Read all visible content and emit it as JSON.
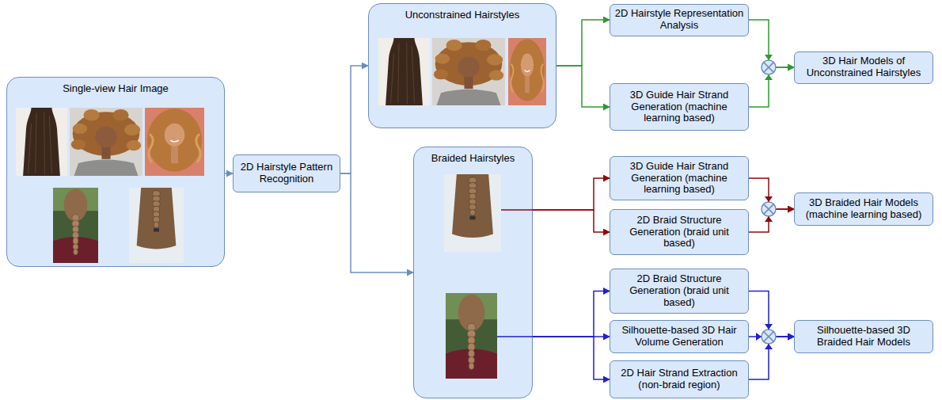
{
  "diagram": {
    "nodes": [
      {
        "text": [
          "Single-view Hair Image"
        ]
      },
      {
        "text": [
          "2D Hairstyle Pattern Recognition"
        ]
      },
      {
        "text": [
          "Unconstrained Hairstyles"
        ]
      },
      {
        "text": [
          "Braided Hairstyles"
        ]
      },
      {
        "text": [
          "2D Hairstyle Representation Analysis"
        ]
      },
      {
        "text": [
          "3D Guide Hair Strand Generation (machine learning based)"
        ]
      },
      {
        "text": [
          "3D Hair Models of Unconstrained Hairstyles"
        ]
      },
      {
        "text": [
          "3D Guide Hair Strand Generation (machine learning based)"
        ]
      },
      {
        "text": [
          "2D Braid Structure Generation (braid unit based)"
        ]
      },
      {
        "text": [
          "3D Braided Hair Models (machine learning based)"
        ]
      },
      {
        "text": [
          "2D Braid Structure Generation (braid unit based)"
        ]
      },
      {
        "text": [
          "Silhouette-based 3D Hair Volume Generation"
        ]
      },
      {
        "text": [
          "2D Hair Strand Extraction (non-braid region)"
        ]
      },
      {
        "text": [
          "Silhouette-based 3D Braided Hair Models"
        ]
      }
    ],
    "edges": [
      {
        "from": 0,
        "to": 1,
        "arrow": "to"
      },
      {
        "from": 1,
        "to": 2,
        "arrow": "to"
      },
      {
        "from": 1,
        "to": 3,
        "arrow": "to"
      },
      {
        "from": 2,
        "to": 4,
        "arrow": "to"
      },
      {
        "from": 2,
        "to": 5,
        "arrow": "to"
      },
      {
        "from": 4,
        "to": 6,
        "arrow": "to"
      },
      {
        "from": 5,
        "to": 6,
        "arrow": "to"
      },
      {
        "from": 3,
        "to": 7,
        "arrow": "to"
      },
      {
        "from": 3,
        "to": 8,
        "arrow": "to"
      },
      {
        "from": 7,
        "to": 9,
        "arrow": "to"
      },
      {
        "from": 8,
        "to": 9,
        "arrow": "to"
      },
      {
        "from": 3,
        "to": 10,
        "arrow": "to"
      },
      {
        "from": 3,
        "to": 11,
        "arrow": "to"
      },
      {
        "from": 3,
        "to": 12,
        "arrow": "to"
      },
      {
        "from": 10,
        "to": 13,
        "arrow": "to"
      },
      {
        "from": 11,
        "to": 13,
        "arrow": "to"
      },
      {
        "from": 12,
        "to": 13,
        "arrow": "to"
      }
    ]
  }
}
